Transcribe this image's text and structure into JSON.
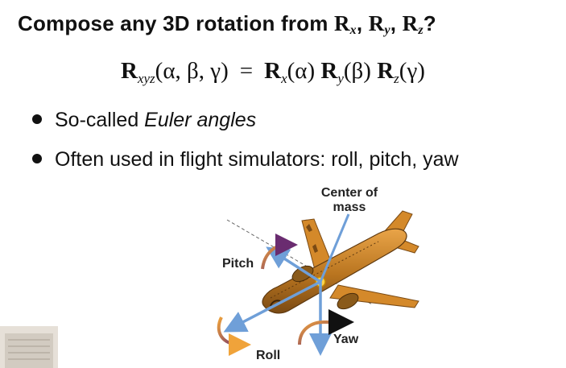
{
  "title": {
    "prefix": "Compose any 3D rotation from ",
    "r1": "R",
    "r1_sub": "x",
    "sep1": ", ",
    "r2": "R",
    "r2_sub": "y",
    "sep2": ", ",
    "r3": "R",
    "r3_sub": "z",
    "suffix": "?"
  },
  "formula": {
    "lhs_R": "R",
    "lhs_sub": "xyz",
    "lhs_args": "(α, β, γ)",
    "equals": "=",
    "t1_R": "R",
    "t1_sub": "x",
    "t1_arg": "(α)",
    "t2_R": "R",
    "t2_sub": "y",
    "t2_arg": "(β)",
    "t3_R": "R",
    "t3_sub": "z",
    "t3_arg": "(γ)"
  },
  "bullets": [
    {
      "prefix": "So-called ",
      "emph": "Euler angles"
    },
    {
      "text": "Often used in flight simulators: roll, pitch, yaw"
    }
  ],
  "diagram": {
    "center_label_line1": "Center of",
    "center_label_line2": "mass",
    "pitch_label": "Pitch",
    "roll_label": "Roll",
    "yaw_label": "Yaw"
  },
  "colors": {
    "plane_body": "#d4892a",
    "plane_dark": "#7a4a14",
    "axis_arrow": "#6f9fd8",
    "rotation_arrow_start": "#f0a33a",
    "rotation_arrow_end": "#6a2c70"
  }
}
